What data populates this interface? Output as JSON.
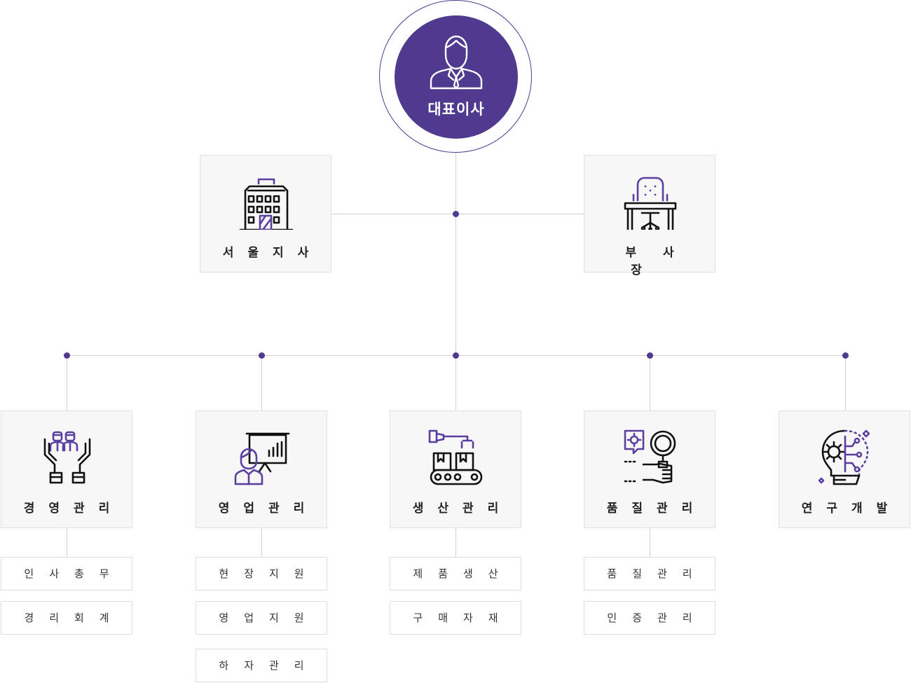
{
  "ceo": {
    "label": "대표이사",
    "icon": "businessman-icon"
  },
  "upper": [
    {
      "label": "서울지사",
      "icon": "office-building-icon"
    },
    {
      "label": "부사장",
      "icon": "executive-desk-chair-icon"
    }
  ],
  "departments": [
    {
      "label": "경영관리",
      "icon": "hands-holding-people-icon",
      "subs": [
        "인사총무",
        "경리회계"
      ]
    },
    {
      "label": "영업관리",
      "icon": "presentation-board-icon",
      "subs": [
        "현장지원",
        "영업지원",
        "하자관리"
      ]
    },
    {
      "label": "생산관리",
      "icon": "conveyor-robot-arm-icon",
      "subs": [
        "제품생산",
        "구매자재"
      ]
    },
    {
      "label": "품질관리",
      "icon": "magnifier-gear-icon",
      "subs": [
        "품질관리",
        "인증관리"
      ]
    },
    {
      "label": "연구개발",
      "icon": "lightbulb-gear-circuit-icon",
      "subs": []
    }
  ],
  "colors": {
    "accent": "#4f3a8f",
    "line": "#cfcfd4",
    "box": "#f7f7f7"
  }
}
